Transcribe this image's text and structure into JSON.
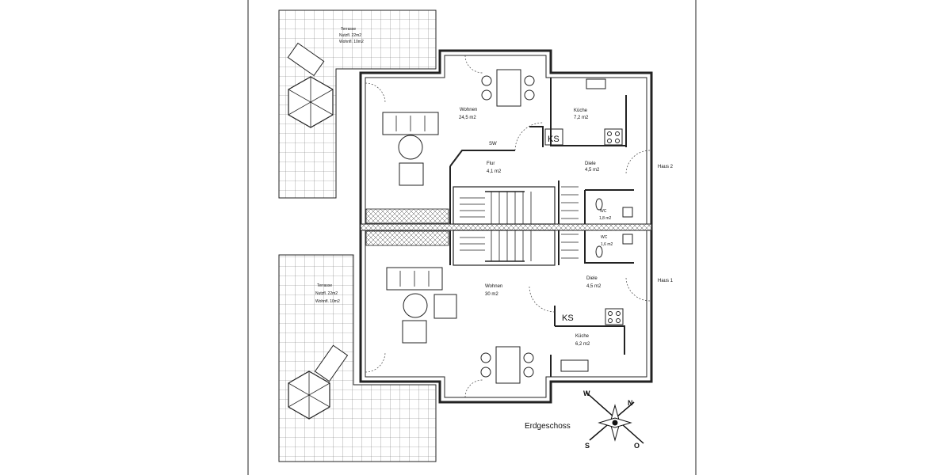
{
  "floor_title": "Erdgeschoss",
  "houses": {
    "h2": "Haus 2",
    "h1": "Haus 1"
  },
  "rooms": {
    "wohnen_top": {
      "name": "Wohnen",
      "area": "24,5 m2"
    },
    "kueche_top": {
      "name": "Küche",
      "area": "7,2 m2"
    },
    "flur": {
      "name": "Flur",
      "area": "4,1 m2"
    },
    "diele_top": {
      "name": "Diele",
      "area": "4,5 m2"
    },
    "wc_top": {
      "name": "WC",
      "area": "1,8 m2"
    },
    "wc_bottom": {
      "name": "WC",
      "area": "1,6 m2"
    },
    "diele_bottom": {
      "name": "Diele",
      "area": "4,5 m2"
    },
    "wohnen_bottom": {
      "name": "Wohnen",
      "area": "30 m2"
    },
    "kueche_bottom": {
      "name": "Küche",
      "area": "6,2 m2"
    }
  },
  "terraces": {
    "top": {
      "name": "Terrasse",
      "line1": "Nutzfl. 22m2",
      "line2": "Wohnfl. 10m2"
    },
    "bottom": {
      "name": "Terrasse",
      "line1": "Nutzfl. 22m2",
      "line2": "Wohnfl. 10m2"
    }
  },
  "markers": {
    "sw": "SW",
    "ks_top": "KS",
    "ks_bottom": "KS"
  },
  "compass": {
    "w": "W",
    "n": "N",
    "s": "S",
    "o": "O"
  }
}
